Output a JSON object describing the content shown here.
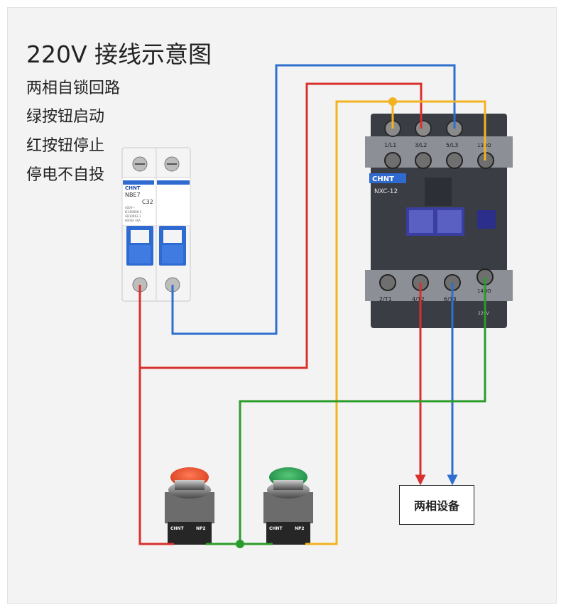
{
  "title": "220V 接线示意图",
  "descriptions": [
    "两相自锁回路",
    "绿按钮启动",
    "红按钮停止",
    "停电不自投"
  ],
  "breaker": {
    "brand": "CHNT",
    "model": "NBE7",
    "rating": "C32",
    "spec_lines": [
      "400V~",
      "IEC60898-1",
      "GB10963.1",
      "6000A 4kA"
    ]
  },
  "contactor": {
    "brand": "CHNT",
    "model": "NXC-12",
    "top_terminals": [
      "1/L1",
      "3/L2",
      "5/L3",
      "13NO"
    ],
    "bottom_terminals": [
      "2/T1",
      "4/T2",
      "6/T3",
      "14NO"
    ],
    "coil_label": "220V"
  },
  "buttons": {
    "stop": {
      "color": "red",
      "brand": "CHNT",
      "model": "NP2"
    },
    "start": {
      "color": "green",
      "brand": "CHNT",
      "model": "NP2"
    }
  },
  "load_device": {
    "label": "两相设备"
  },
  "colors": {
    "blue_wire": "#2e6fce",
    "red_wire": "#d8302d",
    "yellow_wire": "#f2b320",
    "green_wire": "#2a9c2a"
  }
}
